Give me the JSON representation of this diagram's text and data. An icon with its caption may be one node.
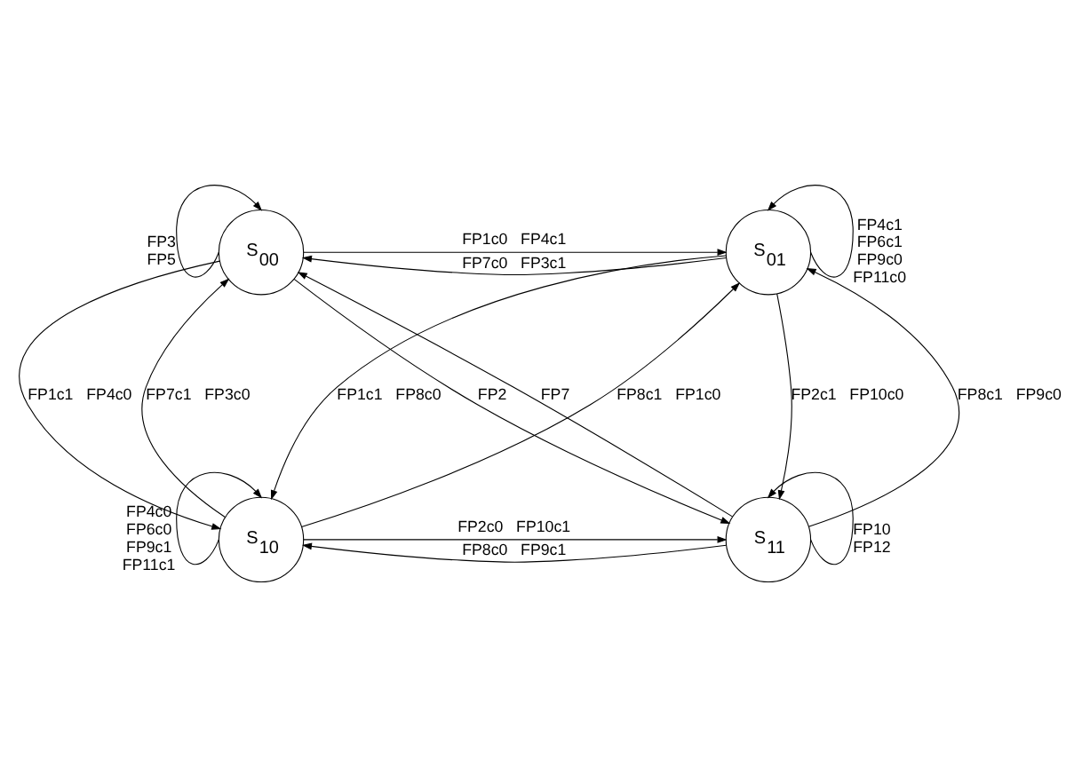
{
  "diagram": {
    "nodes": [
      {
        "text": [
          "S$_{00}$"
        ]
      },
      {
        "text": [
          "S$_{01}$"
        ]
      },
      {
        "text": [
          "S$_{10}$"
        ]
      },
      {
        "text": [
          "S$_{11}$"
        ]
      }
    ],
    "edges": [
      {
        "from": 0,
        "to": 0,
        "arrow": "to",
        "label": "FP3 FP5"
      },
      {
        "from": 0,
        "to": 1,
        "arrow": "to",
        "label": "FP1c0 FP4c1"
      },
      {
        "from": 1,
        "to": 0,
        "arrow": "to",
        "label": "FP7c0 FP3c1"
      },
      {
        "from": 1,
        "to": 1,
        "arrow": "to",
        "label": "FP4c1 FP6c1 FP9c0 FP11c0"
      },
      {
        "from": 2,
        "to": 0,
        "arrow": "to",
        "label": "FP7c1 FP3c0"
      },
      {
        "from": 0,
        "to": 2,
        "arrow": "to",
        "label": "FP1c1 FP4c0"
      },
      {
        "from": 0,
        "to": 3,
        "arrow": "to",
        "label": "FP2"
      },
      {
        "from": 1,
        "to": 2,
        "arrow": "to",
        "label": "FP1c1 FP8c0"
      },
      {
        "from": 2,
        "to": 1,
        "arrow": "to",
        "label": "FP8c1 FP1c0"
      },
      {
        "from": 3,
        "to": 0,
        "arrow": "to",
        "label": "FP7"
      },
      {
        "from": 3,
        "to": 1,
        "arrow": "to",
        "label": "FP8c1 FP9c0"
      },
      {
        "from": 1,
        "to": 3,
        "arrow": "to",
        "label": "FP2c1 FP10c0"
      },
      {
        "from": 2,
        "to": 2,
        "arrow": "to",
        "label": "FP4c0 FP6c0 FP9c1 FP11c1"
      },
      {
        "from": 2,
        "to": 3,
        "arrow": "to",
        "label": "FP2c0 FP10c1"
      },
      {
        "from": 3,
        "to": 2,
        "arrow": "to",
        "label": "FP8c0 FP9c1"
      },
      {
        "from": 3,
        "to": 3,
        "arrow": "to",
        "label": "FP10 FP12"
      }
    ]
  }
}
